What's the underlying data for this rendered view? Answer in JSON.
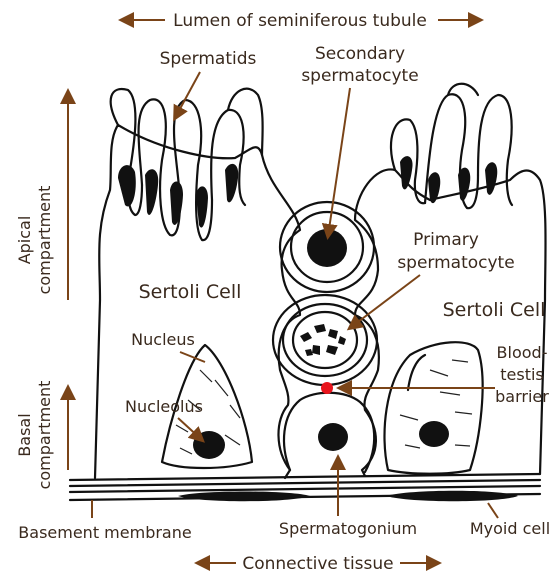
{
  "labels": {
    "lumen": "Lumen of seminiferous tubule",
    "spermatids": "Spermatids",
    "secondary_1": "Secondary",
    "secondary_2": "spermatocyte",
    "apical_1": "Apical",
    "apical_2": "compartment",
    "primary_1": "Primary",
    "primary_2": "spermatocyte",
    "sertoli_left": "Sertoli Cell",
    "sertoli_right": "Sertoli Cell",
    "nucleus": "Nucleus",
    "nucleolus": "Nucleolus",
    "btb_1": "Blood-",
    "btb_2": "testis",
    "btb_3": "barrier",
    "basal_1": "Basal",
    "basal_2": "compartment",
    "basement": "Basement membrane",
    "spermatogonium": "Spermatogonium",
    "myoid": "Myoid cell",
    "connective": "Connective tissue"
  },
  "colors": {
    "label_text": "#3a2a1e",
    "arrow": "#7a4418",
    "outline": "#111111",
    "barrier_dot": "#e8141c"
  }
}
